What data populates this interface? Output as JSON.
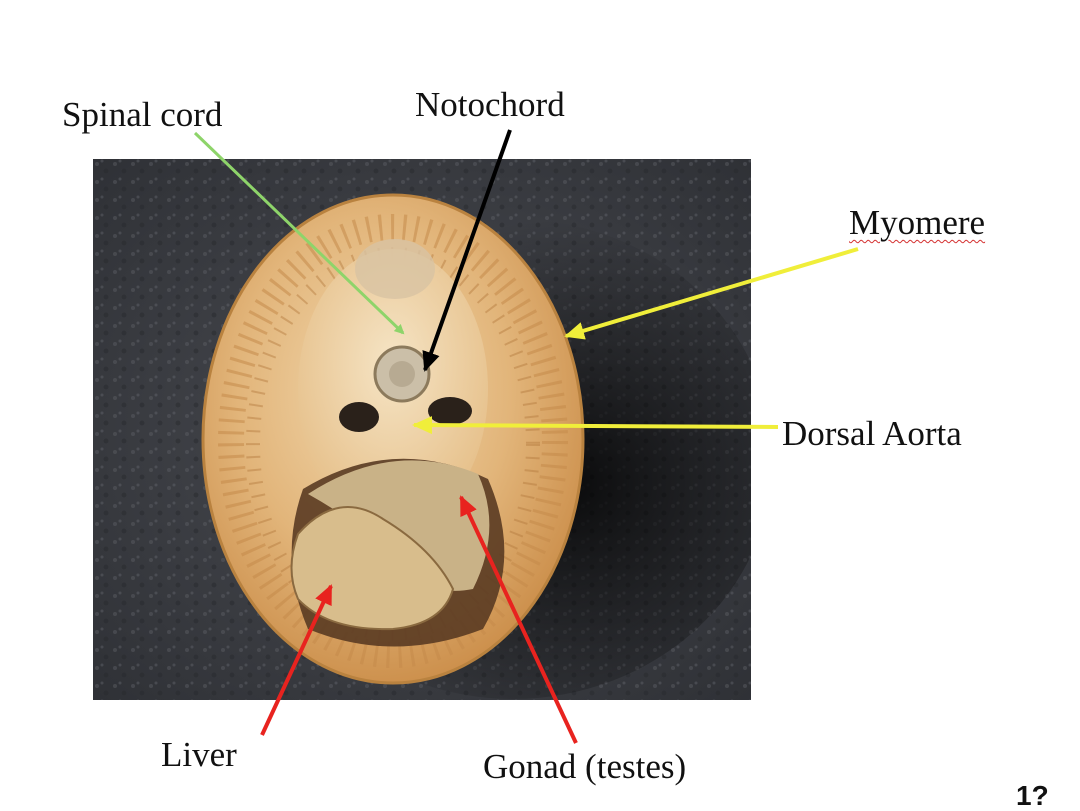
{
  "labels": {
    "spinal_cord": "Spinal cord",
    "notochord": "Notochord",
    "myomere": "Myomere",
    "dorsal_aorta": "Dorsal Aorta",
    "liver": "Liver",
    "gonad": "Gonad (testes)"
  },
  "page_number": "1?",
  "colors": {
    "spinal_cord_arrow": "#8ed46a",
    "notochord_arrow": "#000000",
    "myomere_arrow": "#f0ee3a",
    "dorsal_aorta_arrow": "#f0ee3a",
    "liver_arrow": "#e8231f",
    "gonad_arrow": "#e8231f",
    "photo_background": "#3b3d42",
    "tissue": "#e3b47a"
  },
  "photo": {
    "subject": "cross-section-specimen"
  }
}
